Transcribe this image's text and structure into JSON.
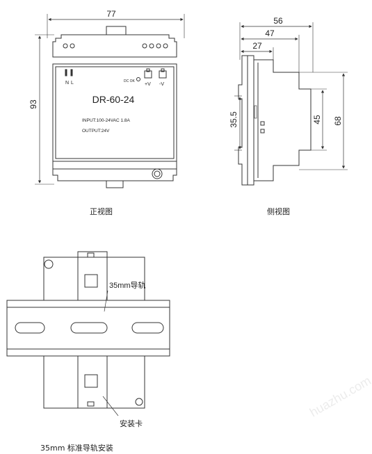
{
  "front_view": {
    "width_dim": "77",
    "height_dim": "93",
    "terminal_n": "N",
    "terminal_l": "L",
    "dc_ok_label": "DC OK",
    "plus_v": "+V",
    "minus_v": "-V",
    "model": "DR-60-24",
    "input_spec": "INPUT:100-24VAC  1.8A",
    "output_spec": "OUTPUT:24V",
    "caption": "正视图"
  },
  "side_view": {
    "dim_56": "56",
    "dim_47": "47",
    "dim_27": "27",
    "dim_35_5": "35.5",
    "dim_45": "45",
    "dim_68": "68",
    "caption": "侧视图"
  },
  "rail_view": {
    "rail_label": "35mm导轨",
    "clip_label": "安装卡",
    "caption": "35mm 标准导轨安装"
  },
  "watermark": "huazhu.com"
}
